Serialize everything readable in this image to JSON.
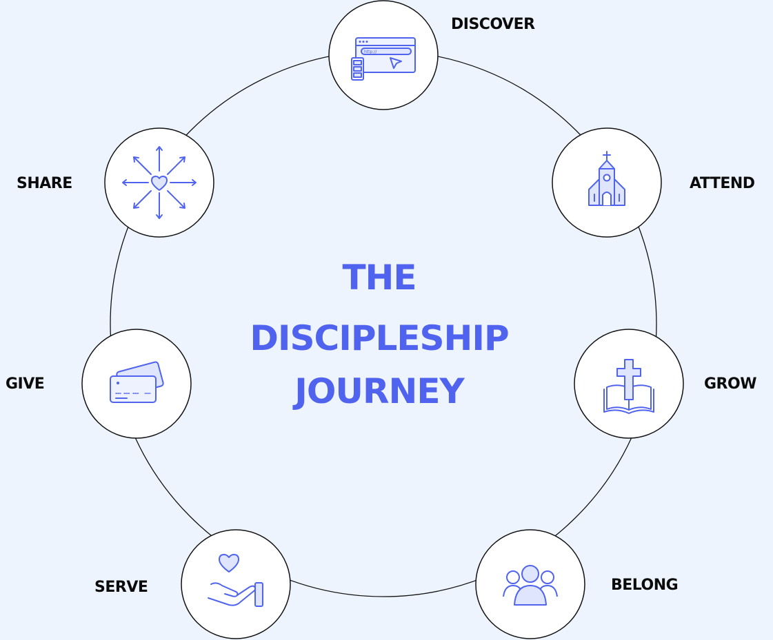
{
  "title": {
    "line1": "THE",
    "line2": "DISCIPLESHIP",
    "line3": "JOURNEY"
  },
  "stages": [
    {
      "label": "DISCOVER",
      "icon": "browser-cursor-icon"
    },
    {
      "label": "ATTEND",
      "icon": "church-icon"
    },
    {
      "label": "GROW",
      "icon": "bible-cross-icon"
    },
    {
      "label": "BELONG",
      "icon": "group-people-icon"
    },
    {
      "label": "SERVE",
      "icon": "hand-heart-icon"
    },
    {
      "label": "GIVE",
      "icon": "credit-cards-icon"
    },
    {
      "label": "SHARE",
      "icon": "heart-arrows-icon"
    }
  ],
  "browser_url": "http://",
  "colors": {
    "background": "#eef4fd",
    "accent": "#4f63ee",
    "icon_fill": "#dfe5fc",
    "label": "#0b0b0b"
  }
}
